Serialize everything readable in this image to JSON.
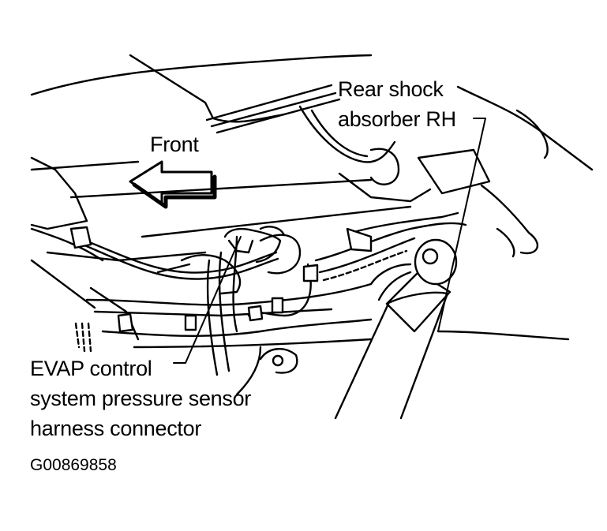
{
  "labels": {
    "rear_shock_line1": "Rear shock",
    "rear_shock_line2": "absorber RH",
    "front": "Front",
    "evap_line1": "EVAP control",
    "evap_line2": "system pressure sensor",
    "evap_line3": "harness connector"
  },
  "figure_id": "G00869858",
  "colors": {
    "ink": "#000000",
    "paper": "#ffffff"
  }
}
